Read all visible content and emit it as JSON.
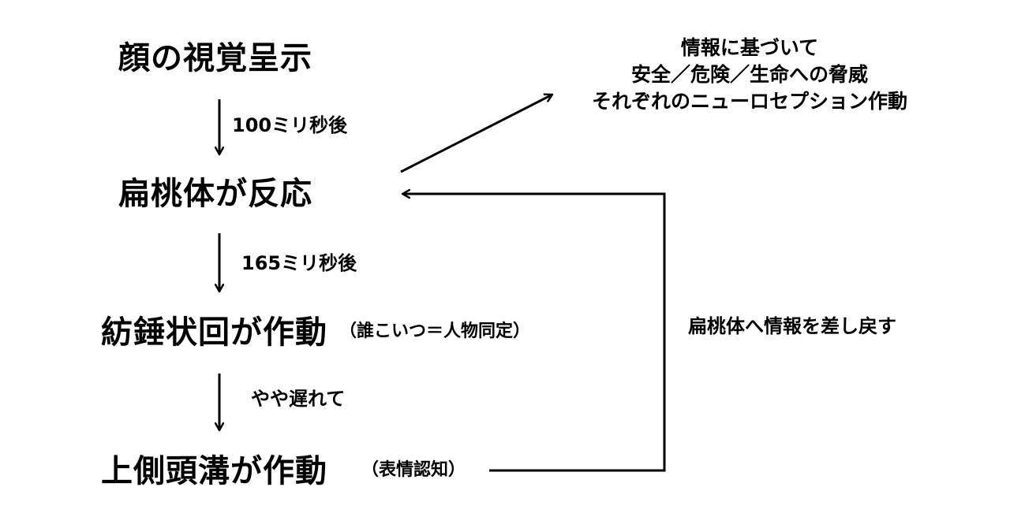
{
  "nodes": {
    "face_presentation": "顔の視覚呈示",
    "amygdala_response": "扁桃体が反応",
    "fusiform_gyrus": "紡錘状回が作動",
    "fusiform_note": "（誰こいつ＝人物同定）",
    "sts": "上側頭溝が作動",
    "sts_note": "（表情認知）"
  },
  "steps": {
    "after_100ms": "100ミリ秒後",
    "after_165ms": "165ミリ秒後",
    "slightly_later": "やや遅れて"
  },
  "neuroception": {
    "line1": "情報に基づいて",
    "line2": "安全／危険／生命への脅威",
    "line3": "それぞれのニューロセプション作動"
  },
  "feedback": {
    "label": "扁桃体へ情報を差し戻す"
  },
  "colors": {
    "ink": "#000000",
    "background": "#ffffff"
  }
}
